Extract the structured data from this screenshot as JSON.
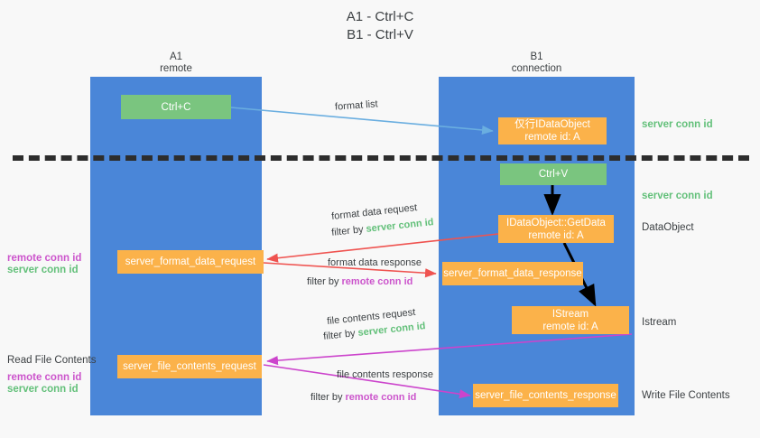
{
  "title": {
    "line1": "A1 - Ctrl+C",
    "line2": "B1 - Ctrl+V"
  },
  "lanes": [
    {
      "id": "a1",
      "name": "A1",
      "role": "remote"
    },
    {
      "id": "b1",
      "name": "B1",
      "role": "connection"
    }
  ],
  "colors": {
    "lane": "#4a86d8",
    "green_box": "#7ac57f",
    "orange_box": "#fbb24a",
    "server_conn_id": "#63c07a",
    "remote_conn_id": "#cc55cc",
    "red_arrow": "#ef5350",
    "magenta_arrow": "#cc44cc",
    "blue_arrow": "#6aaee0",
    "black_arrow": "#000000",
    "background": "#f8f8f8",
    "text": "#3c4043"
  },
  "boxes": {
    "ctrl_c": {
      "label": "Ctrl+C"
    },
    "idataobject": {
      "line1": "仅行IDataObject",
      "line2": "remote id: A"
    },
    "ctrl_v": {
      "label": "Ctrl+V"
    },
    "getdata": {
      "line1": "IDataObject::GetData",
      "line2": "remote id: A"
    },
    "server_format_data_request": {
      "label": "server_format_data_request"
    },
    "server_format_data_response": {
      "label": "server_format_data_response"
    },
    "istream": {
      "line1": "IStream",
      "line2": "remote id: A"
    },
    "server_file_contents_request": {
      "label": "server_file_contents_request"
    },
    "server_file_contents_response": {
      "label": "server_file_contents_response"
    }
  },
  "edge_labels": {
    "format_list": "format list",
    "format_data_request": "format data request",
    "format_data_request_filter_prefix": "filter by ",
    "format_data_request_filter_key": "server conn id",
    "format_data_response": "format data response",
    "format_data_response_filter_prefix": "filter by ",
    "format_data_response_filter_key": "remote conn id",
    "file_contents_request": "file contents request",
    "file_contents_request_filter_prefix": "filter by ",
    "file_contents_request_filter_key": "server conn id",
    "file_contents_response": "file contents response",
    "file_contents_response_filter_prefix": "filter by ",
    "file_contents_response_filter_key": "remote conn id"
  },
  "right_labels": {
    "server_conn_id_top": "server conn id",
    "server_conn_id_mid": "server conn id",
    "dataobject": "DataObject",
    "istream": "Istream",
    "write_file_contents": "Write File Contents"
  },
  "left_labels": {
    "remote_conn_id_1": "remote conn id",
    "server_conn_id_1": "server conn id",
    "read_file_contents": "Read File Contents",
    "remote_conn_id_2": "remote conn id",
    "server_conn_id_2": "server conn id"
  }
}
